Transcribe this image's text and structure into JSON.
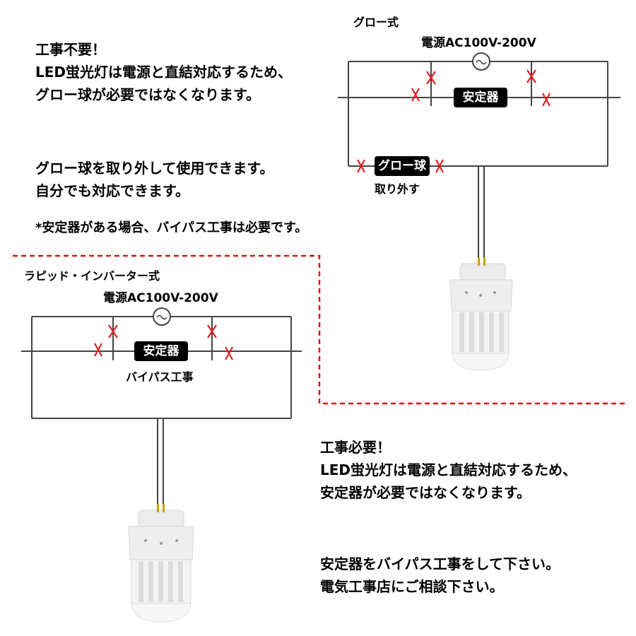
{
  "colors": {
    "line": "#444444",
    "cross": "#e02020",
    "dash": "#dd1111",
    "box": "#000000"
  },
  "glow": {
    "title": "グロー式",
    "power": "電源AC100V-200V",
    "ballast": "安定器",
    "starter": "グロー球",
    "remove": "取り外す"
  },
  "rapid": {
    "title": "ラピッド・インバーター式",
    "power": "電源AC100V-200V",
    "ballast": "安定器",
    "bypass": "バイパス工事"
  },
  "text_top": {
    "lines": [
      "工事不要！",
      "LED蛍光灯は電源と直結対応するため、",
      "グロー球が必要ではなくなります。"
    ],
    "lines2": [
      "グロー球を取り外して使用できます。",
      "自分でも対応できます。"
    ],
    "note": "*安定器がある場合、バイパス工事は必要です。"
  },
  "text_bottom": {
    "lines": [
      "工事必要！",
      "LED蛍光灯は電源と直結対応するため、",
      "安定器が必要ではなくなります。"
    ],
    "lines2": [
      "安定器をバイパス工事をして下さい。",
      "電気工事店にご相談下さい。"
    ]
  }
}
